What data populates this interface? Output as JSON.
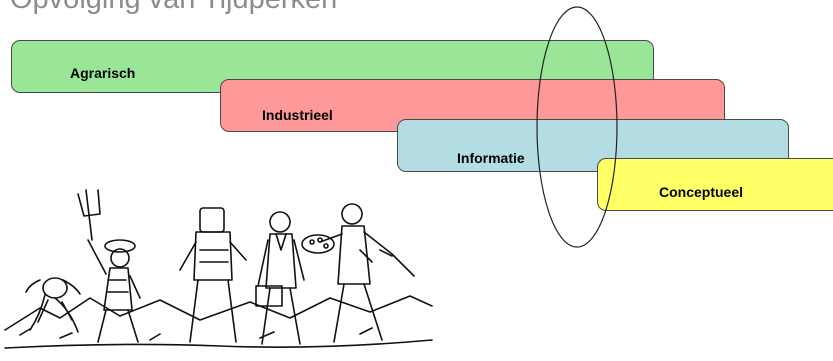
{
  "diagram": {
    "title": "Opvolging van Tijdperken",
    "eras": [
      {
        "label": "Agrarisch",
        "color": "#99e699"
      },
      {
        "label": "Industrieel",
        "color": "#ff9999"
      },
      {
        "label": "Informatie",
        "color": "#b3dde3"
      },
      {
        "label": "Conceptueel",
        "color": "#ffff66"
      }
    ],
    "illustration": "evolution-figures"
  }
}
